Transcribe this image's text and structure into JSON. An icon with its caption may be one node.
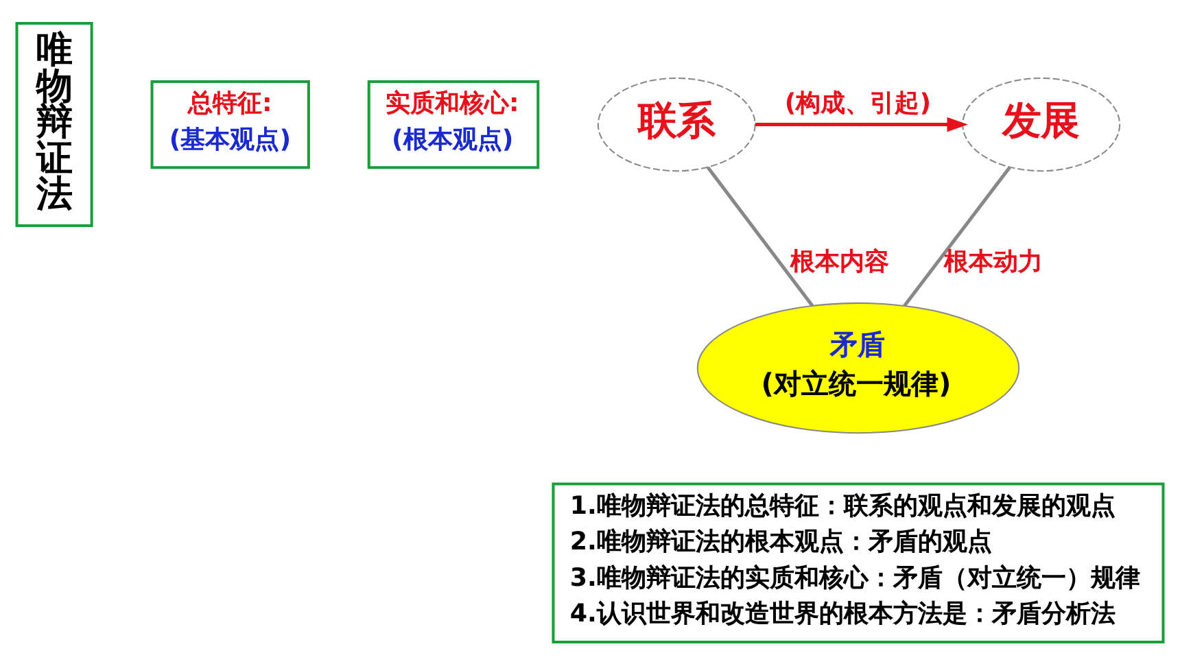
{
  "diagram": {
    "nodes": [
      {
        "text": [
          "唯物辩证法"
        ]
      },
      {
        "text": [
          "总特征:",
          "(基本观点)"
        ]
      },
      {
        "text": [
          "实质和核心:",
          "(根本观点)"
        ]
      },
      {
        "text": [
          "联系"
        ]
      },
      {
        "text": [
          "发展"
        ]
      },
      {
        "text": [
          "矛盾",
          "(对立统一规律)"
        ]
      },
      {
        "text": [
          "1.唯物辩证法的总特征：联系的观点和发展的观点",
          "2.唯物辩证法的根本观点：矛盾的观点",
          "3.唯物辩证法的实质和核心：矛盾（对立统一）规律",
          "4.认识世界和改造世界的根本方法是：矛盾分析法"
        ]
      }
    ],
    "edges": [
      {
        "from": 3,
        "to": 4,
        "arrow": "to",
        "label": "(构成、引起)",
        "color": "#e8101a"
      },
      {
        "from": 3,
        "to": 5,
        "arrow": "none",
        "label": "根本内容"
      },
      {
        "from": 4,
        "to": 5,
        "arrow": "none",
        "label": "根本动力"
      }
    ]
  }
}
